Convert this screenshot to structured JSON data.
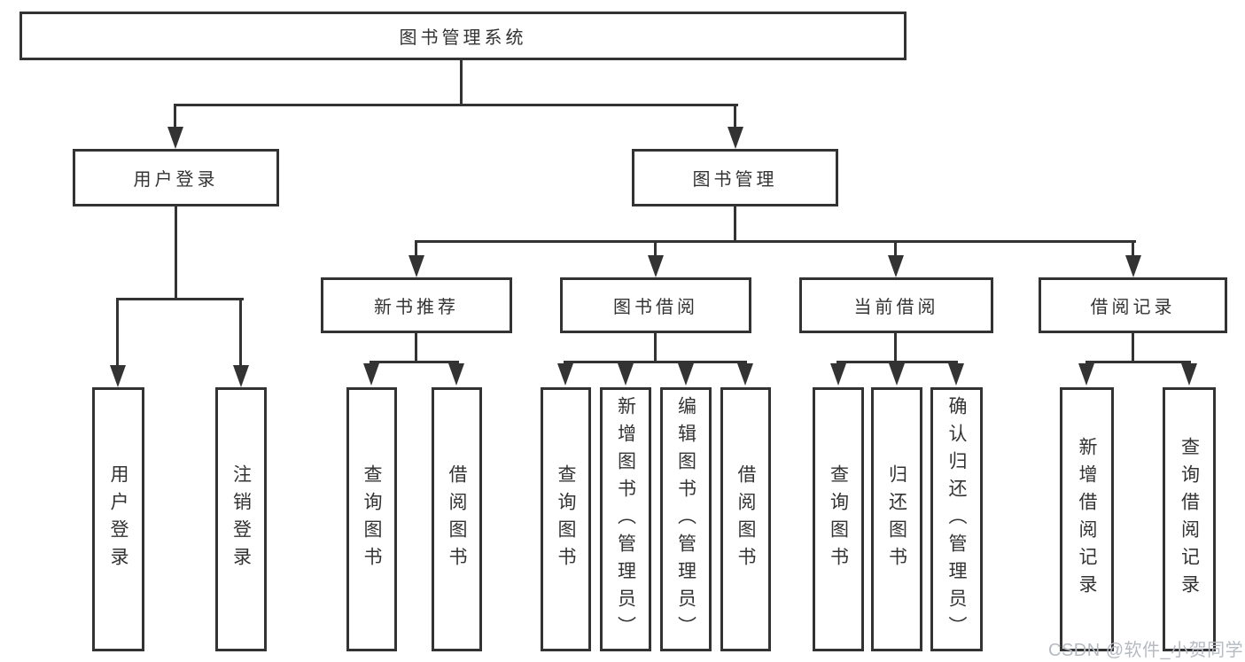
{
  "diagram": {
    "root": {
      "label": "图书管理系统"
    },
    "level2": [
      {
        "label": "用户登录"
      },
      {
        "label": "图书管理"
      }
    ],
    "level3": [
      {
        "label": "新书推荐",
        "parent": "图书管理"
      },
      {
        "label": "图书借阅",
        "parent": "图书管理"
      },
      {
        "label": "当前借阅",
        "parent": "图书管理"
      },
      {
        "label": "借阅记录",
        "parent": "图书管理"
      }
    ],
    "leaves": [
      {
        "label": "用户登录",
        "parent": "用户登录"
      },
      {
        "label": "注销登录",
        "parent": "用户登录"
      },
      {
        "label": "查询图书",
        "parent": "新书推荐"
      },
      {
        "label": "借阅图书",
        "parent": "新书推荐"
      },
      {
        "label": "查询图书",
        "parent": "图书借阅"
      },
      {
        "label": "新增图书（管理员）",
        "parent": "图书借阅"
      },
      {
        "label": "编辑图书（管理员）",
        "parent": "图书借阅"
      },
      {
        "label": "借阅图书",
        "parent": "图书借阅"
      },
      {
        "label": "查询图书",
        "parent": "当前借阅"
      },
      {
        "label": "归还图书",
        "parent": "当前借阅"
      },
      {
        "label": "确认归还（管理员）",
        "parent": "当前借阅"
      },
      {
        "label": "新增借阅记录",
        "parent": "借阅记录"
      },
      {
        "label": "查询借阅记录",
        "parent": "借阅记录"
      }
    ]
  },
  "watermark": {
    "text": "CSDN @软件_小贺同学",
    "color": "#b6bac1"
  },
  "colors": {
    "line": "#333333",
    "text": "#333333",
    "background": "#ffffff"
  }
}
